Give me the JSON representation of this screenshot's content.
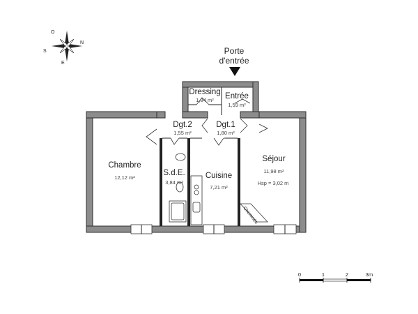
{
  "compass": {
    "n_label": "N",
    "s_label": "S",
    "e_label": "E",
    "w_label": "O"
  },
  "entrance": {
    "line1": "Porte",
    "line2": "d'entrée"
  },
  "rooms": {
    "dressing": {
      "name": "Dressing",
      "area": "1,84 m²"
    },
    "entree": {
      "name": "Entrée",
      "area": "1,59 m²"
    },
    "dgt2": {
      "name": "Dgt.2",
      "area": "1,55 m²"
    },
    "dgt1": {
      "name": "Dgt.1",
      "area": "1,80 m²"
    },
    "chambre": {
      "name": "Chambre",
      "area": "12,12 m²"
    },
    "sde": {
      "name": "S.d.E.",
      "area": "3,84 m²"
    },
    "cuisine": {
      "name": "Cuisine",
      "area": "7,21 m²"
    },
    "sejour": {
      "name": "Séjour",
      "area": "11,98 m²",
      "hsp": "Hsp = 3,02 m"
    }
  },
  "fixtures": {
    "chimney_label": "Cheminée"
  },
  "scale_bar": {
    "labels": [
      "0",
      "1",
      "2",
      "3m"
    ]
  }
}
